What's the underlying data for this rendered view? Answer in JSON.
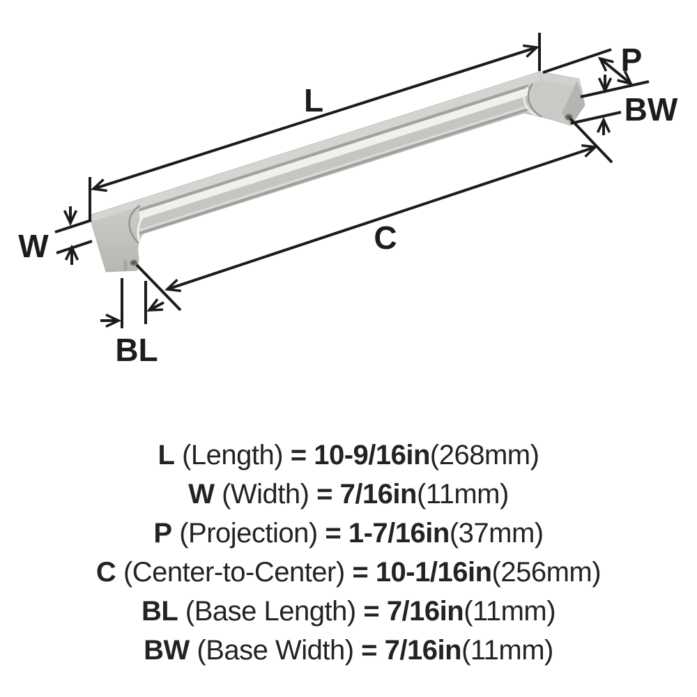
{
  "diagram": {
    "labels": {
      "L": "L",
      "W": "W",
      "P": "P",
      "C": "C",
      "BL": "BL",
      "BW": "BW"
    },
    "colors": {
      "line": "#1b1b1b",
      "metal_base": "#cbcac7",
      "metal_top": "#d5d4d1",
      "metal_highlight": "#f1f0ed",
      "metal_mid": "#c6c5c1",
      "metal_dark_edge": "#a09f9b",
      "foot_end_face": "#b5b4b1",
      "hole": "#757370"
    }
  },
  "specs": {
    "rows": [
      {
        "symbol": "L",
        "name": "(Length)",
        "eq": "=",
        "value": "10-9/16in",
        "metric": "(268mm)"
      },
      {
        "symbol": "W",
        "name": "(Width)",
        "eq": "=",
        "value": "7/16in",
        "metric": "(11mm)"
      },
      {
        "symbol": "P",
        "name": "(Projection)",
        "eq": "=",
        "value": "1-7/16in",
        "metric": "(37mm)"
      },
      {
        "symbol": "C",
        "name": "(Center-to-Center)",
        "eq": "=",
        "value": "10-1/16in",
        "metric": "(256mm)"
      },
      {
        "symbol": "BL",
        "name": "(Base Length)",
        "eq": "=",
        "value": "7/16in",
        "metric": "(11mm)"
      },
      {
        "symbol": "BW",
        "name": "(Base Width)",
        "eq": "=",
        "value": "7/16in",
        "metric": "(11mm)"
      }
    ]
  }
}
